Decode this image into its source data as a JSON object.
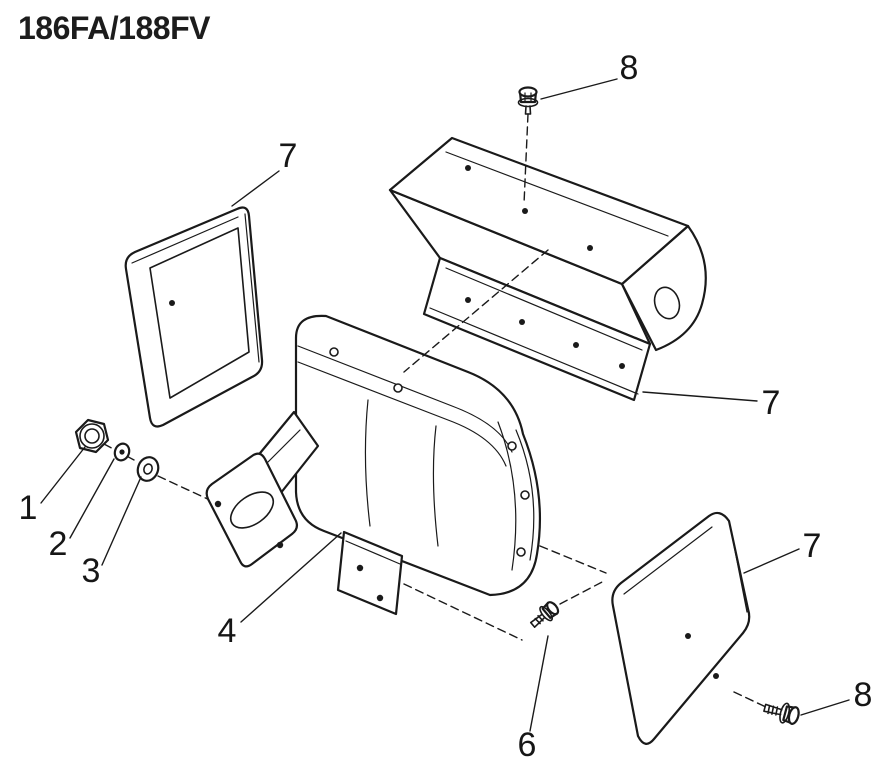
{
  "title": "186FA/188FV",
  "callouts": {
    "nut": "1",
    "spring_washer": "2",
    "flat_washer": "3",
    "muffler": "4",
    "bolt_small": "6",
    "cover_left": "7",
    "heat_shield": "7",
    "cover_right": "7",
    "bolt_top": "8",
    "bolt_bottom": "8"
  },
  "colors": {
    "line_color": "#1a1a1a",
    "background": "#ffffff"
  }
}
